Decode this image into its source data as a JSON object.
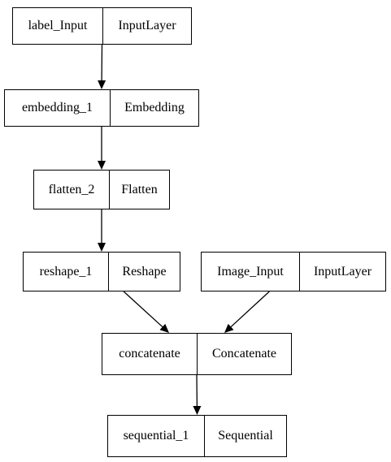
{
  "nodes": {
    "label_input": {
      "name": "label_Input",
      "type": "InputLayer"
    },
    "embedding": {
      "name": "embedding_1",
      "type": "Embedding"
    },
    "flatten": {
      "name": "flatten_2",
      "type": "Flatten"
    },
    "reshape": {
      "name": "reshape_1",
      "type": "Reshape"
    },
    "image_input": {
      "name": "Image_Input",
      "type": "InputLayer"
    },
    "concatenate": {
      "name": "concatenate",
      "type": "Concatenate"
    },
    "sequential": {
      "name": "sequential_1",
      "type": "Sequential"
    }
  },
  "edges": [
    {
      "from": "label_input",
      "to": "embedding"
    },
    {
      "from": "embedding",
      "to": "flatten"
    },
    {
      "from": "flatten",
      "to": "reshape"
    },
    {
      "from": "reshape",
      "to": "concatenate"
    },
    {
      "from": "image_input",
      "to": "concatenate"
    },
    {
      "from": "concatenate",
      "to": "sequential"
    }
  ],
  "colors": {
    "stroke": "#000000",
    "background": "#ffffff"
  }
}
